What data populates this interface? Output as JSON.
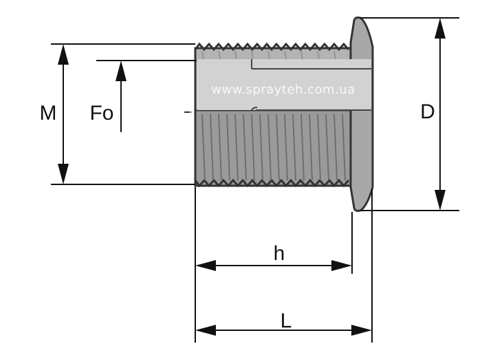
{
  "labels": {
    "M": "M",
    "Fo": "Fo",
    "D": "D",
    "h": "h",
    "L": "L"
  },
  "watermark": "www.sprayteh.com.ua",
  "colors": {
    "line": "#111111",
    "body_fill": "#9a9a9a",
    "bore_fill": "#c8c8c8",
    "thread_line": "#6e6e6e",
    "outline": "#333333"
  }
}
